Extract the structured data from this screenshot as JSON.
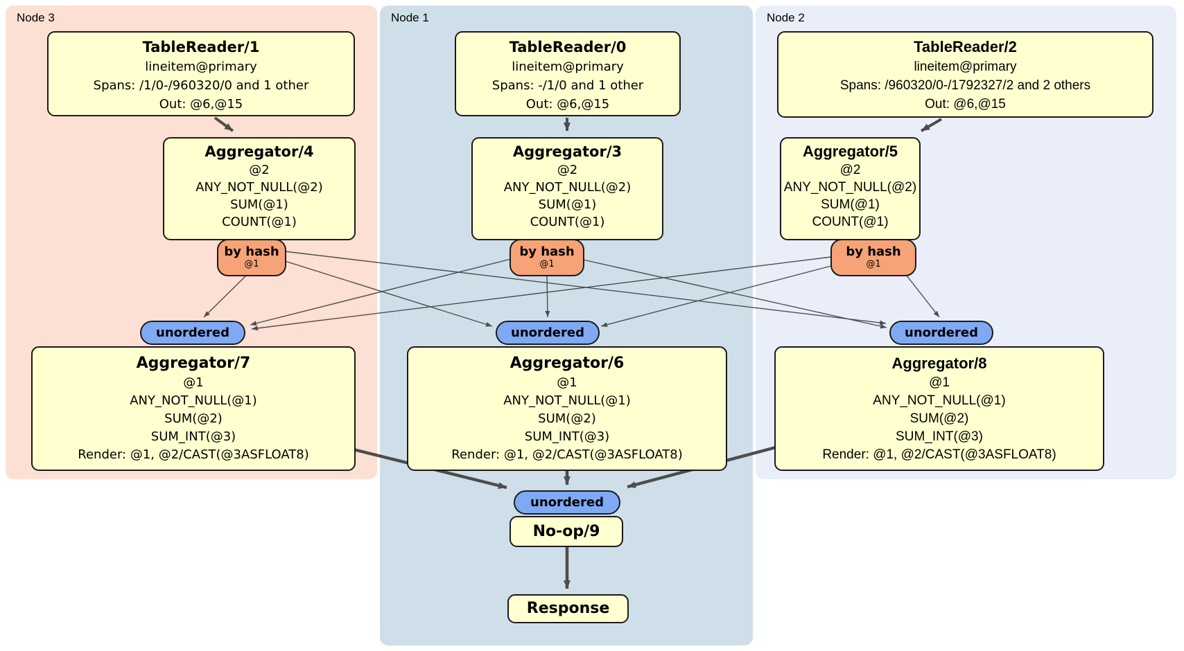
{
  "regions": {
    "node3": {
      "label": "Node 3",
      "tablereader": {
        "title": "TableReader/1",
        "table": "lineitem@primary",
        "spans": "Spans: /1/0-/960320/0 and 1 other",
        "out": "Out: @6,@15"
      },
      "aggregator_top": {
        "title": "Aggregator/4",
        "lines": [
          "@2",
          "ANY_NOT_NULL(@2)",
          "SUM(@1)",
          "COUNT(@1)"
        ]
      },
      "router": {
        "label": "by hash",
        "key": "@1"
      },
      "stream": {
        "label": "unordered"
      },
      "aggregator_bottom": {
        "title": "Aggregator/7",
        "lines": [
          "@1",
          "ANY_NOT_NULL(@1)",
          "SUM(@2)",
          "SUM_INT(@3)",
          "Render: @1, @2/CAST(@3ASFLOAT8)"
        ]
      }
    },
    "node1": {
      "label": "Node 1",
      "tablereader": {
        "title": "TableReader/0",
        "table": "lineitem@primary",
        "spans": "Spans: -/1/0 and 1 other",
        "out": "Out: @6,@15"
      },
      "aggregator_top": {
        "title": "Aggregator/3",
        "lines": [
          "@2",
          "ANY_NOT_NULL(@2)",
          "SUM(@1)",
          "COUNT(@1)"
        ]
      },
      "router": {
        "label": "by hash",
        "key": "@1"
      },
      "stream": {
        "label": "unordered"
      },
      "aggregator_bottom": {
        "title": "Aggregator/6",
        "lines": [
          "@1",
          "ANY_NOT_NULL(@1)",
          "SUM(@2)",
          "SUM_INT(@3)",
          "Render: @1, @2/CAST(@3ASFLOAT8)"
        ]
      },
      "final_stream": {
        "label": "unordered"
      },
      "noop": {
        "title": "No-op/9"
      },
      "response": {
        "title": "Response"
      }
    },
    "node2": {
      "label": "Node 2",
      "tablereader": {
        "title": "TableReader/2",
        "table": "lineitem@primary",
        "spans": "Spans: /960320/0-/1792327/2 and 2 others",
        "out": "Out: @6,@15"
      },
      "aggregator_top": {
        "title": "Aggregator/5",
        "lines": [
          "@2",
          "ANY_NOT_NULL(@2)",
          "SUM(@1)",
          "COUNT(@1)"
        ]
      },
      "router": {
        "label": "by hash",
        "key": "@1"
      },
      "stream": {
        "label": "unordered"
      },
      "aggregator_bottom": {
        "title": "Aggregator/8",
        "lines": [
          "@1",
          "ANY_NOT_NULL(@1)",
          "SUM(@2)",
          "SUM_INT(@3)",
          "Render: @1, @2/CAST(@3ASFLOAT8)"
        ]
      }
    }
  },
  "colors": {
    "region_node3": "#fbe0d3",
    "region_node1": "#cfdfe9",
    "region_node2": "#e9eef9",
    "node_fill": "#ffffd0",
    "router_fill": "#f5a377",
    "stream_fill": "#7fa9f2",
    "edge": "#4d4d4d"
  }
}
